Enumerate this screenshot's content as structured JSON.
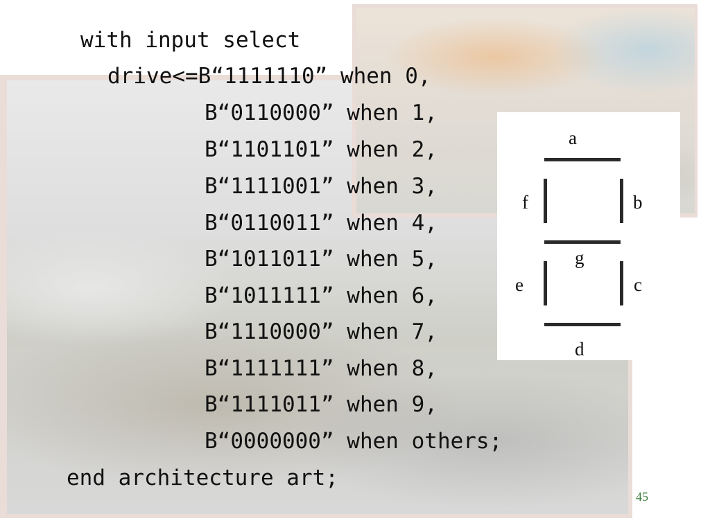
{
  "code": {
    "lines": [
      "with input select",
      "drive<=B“1111110” when 0,",
      "B“0110000” when 1,",
      "B“1101101” when 2,",
      "B“1111001” when 3,",
      "B“0110011” when 4,",
      "B“1011011” when 5,",
      "B“1011111” when 6,",
      "B“1110000” when 7,",
      "B“1111111” when 8,",
      "B“1111011” when 9,",
      "B“0000000” when others;",
      "end architecture art;"
    ]
  },
  "seven_segment": {
    "labels": {
      "a": "a",
      "b": "b",
      "c": "c",
      "d": "d",
      "e": "e",
      "f": "f",
      "g": "g"
    }
  },
  "slide": {
    "page_number": "45"
  },
  "colors": {
    "text": "#111111",
    "page_number": "#3a7a3a",
    "segment": "#2a2a2a"
  }
}
